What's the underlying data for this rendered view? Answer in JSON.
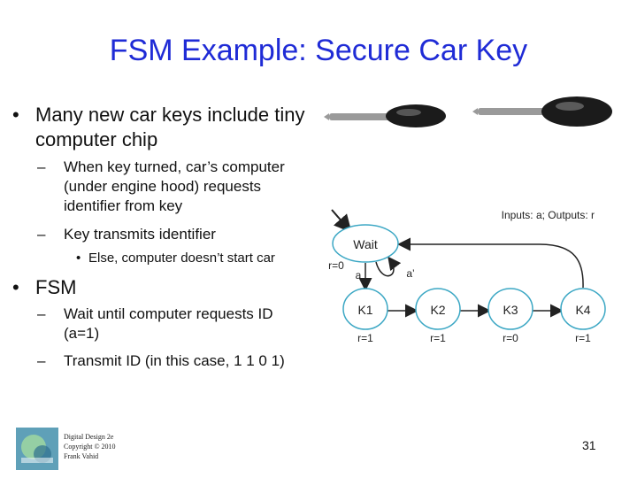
{
  "title": "FSM Example: Secure Car Key",
  "bullets": {
    "b1_line1": "Many new car keys include tiny",
    "b1_line2": "computer chip",
    "b1_sub1_line1": "When key turned, car’s computer",
    "b1_sub1_line2": "(under engine hood) requests",
    "b1_sub1_line3": "identifier from key",
    "b1_sub2": "Key transmits identifier",
    "b1_sub2_sub": "Else, computer doesn’t start car",
    "b2": "FSM",
    "b2_sub1_line1": "Wait until computer requests ID",
    "b2_sub1_line2": "(a=1)",
    "b2_sub2": "Transmit ID (in this case, 1 1 0 1)"
  },
  "diagram": {
    "io_label": "Inputs: a; Outputs: r",
    "states": [
      {
        "name": "Wait",
        "output": "r=0"
      },
      {
        "name": "K1",
        "output": "r=1"
      },
      {
        "name": "K2",
        "output": "r=1"
      },
      {
        "name": "K3",
        "output": "r=0"
      },
      {
        "name": "K4",
        "output": "r=1"
      }
    ],
    "transition_a": "a",
    "transition_a_not": "a’",
    "colors": {
      "state_stroke": "#3ba7c4",
      "title": "#1f2bd6"
    }
  },
  "footer": {
    "line1": "Digital Design 2e",
    "line2": "Copyright © 2010",
    "line3": "Frank Vahid",
    "page": "31"
  }
}
